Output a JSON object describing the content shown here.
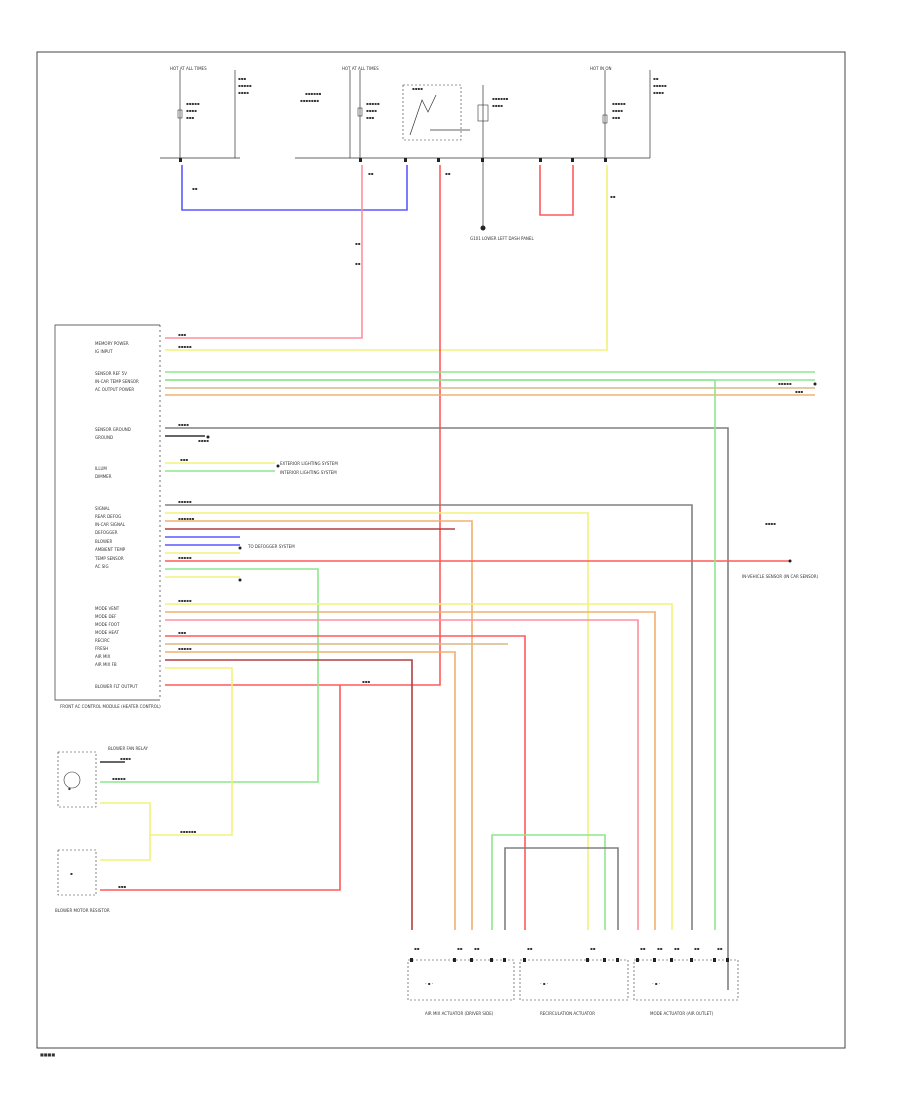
{
  "colors": {
    "red": "#ff5a5a",
    "pink": "#ff8fa0",
    "yellow": "#f2f27a",
    "light_yellow": "#ffff99",
    "green": "#8ee68e",
    "blue": "#5a5aff",
    "orange": "#f0b070",
    "dark_red": "#b04040",
    "tan": "#d8b888",
    "gray": "#808080",
    "black": "#333333"
  },
  "diagram": {
    "page_label": "■■■■",
    "top_boxes": [
      {
        "label": "HOT AT ALL TIMES"
      },
      {
        "label": "HOT AT ALL TIMES"
      },
      {
        "label": "HOT IN ON"
      }
    ],
    "ground_label": "G101 LOWER LEFT DASH PANEL",
    "control_module": {
      "name": "FRONT AC CONTROL MODULE (HEATER CONTROL)",
      "pins": [
        "MEMORY POWER",
        "IG INPUT",
        "SENSOR REF 5V",
        "IN-CAR TEMP SENSOR",
        "AC OUTPUT POWER",
        "SENSOR GROUND",
        "GROUND",
        "ILLUM",
        "DIMMER",
        "SIGNAL",
        "REAR DEFOG",
        "IN-CAR SIGNAL",
        "DEFOGGER",
        "BLOWER",
        "AMBIENT TEMP",
        "TEMP SENSOR",
        "AC SIG",
        "MODE VENT",
        "MODE DEF",
        "MODE FOOT",
        "MODE HEAT",
        "RECIRC",
        "FRESH",
        "AIR MIX",
        "AIR MIX FB",
        "BLOWER FLT OUTPUT"
      ]
    },
    "side_labels": {
      "defogger": "TO DEFOGGER SYSTEM",
      "headlight": "EXTERIOR LIGHTING SYSTEM",
      "interior": "INTERIOR LIGHTING SYSTEM",
      "right_sensor": "IN-VEHICLE SENSOR (IN CAR SENSOR)",
      "blower_relay": "BLOWER FAN RELAY",
      "blower_resistor": "BLOWER MOTOR RESISTOR"
    },
    "bottom_actuators": [
      {
        "label": "AIR MIX ACTUATOR (DRIVER SIDE)"
      },
      {
        "label": "RECIRCULATION ACTUATOR"
      },
      {
        "label": "MODE ACTUATOR (AIR OUTLET)"
      }
    ]
  }
}
